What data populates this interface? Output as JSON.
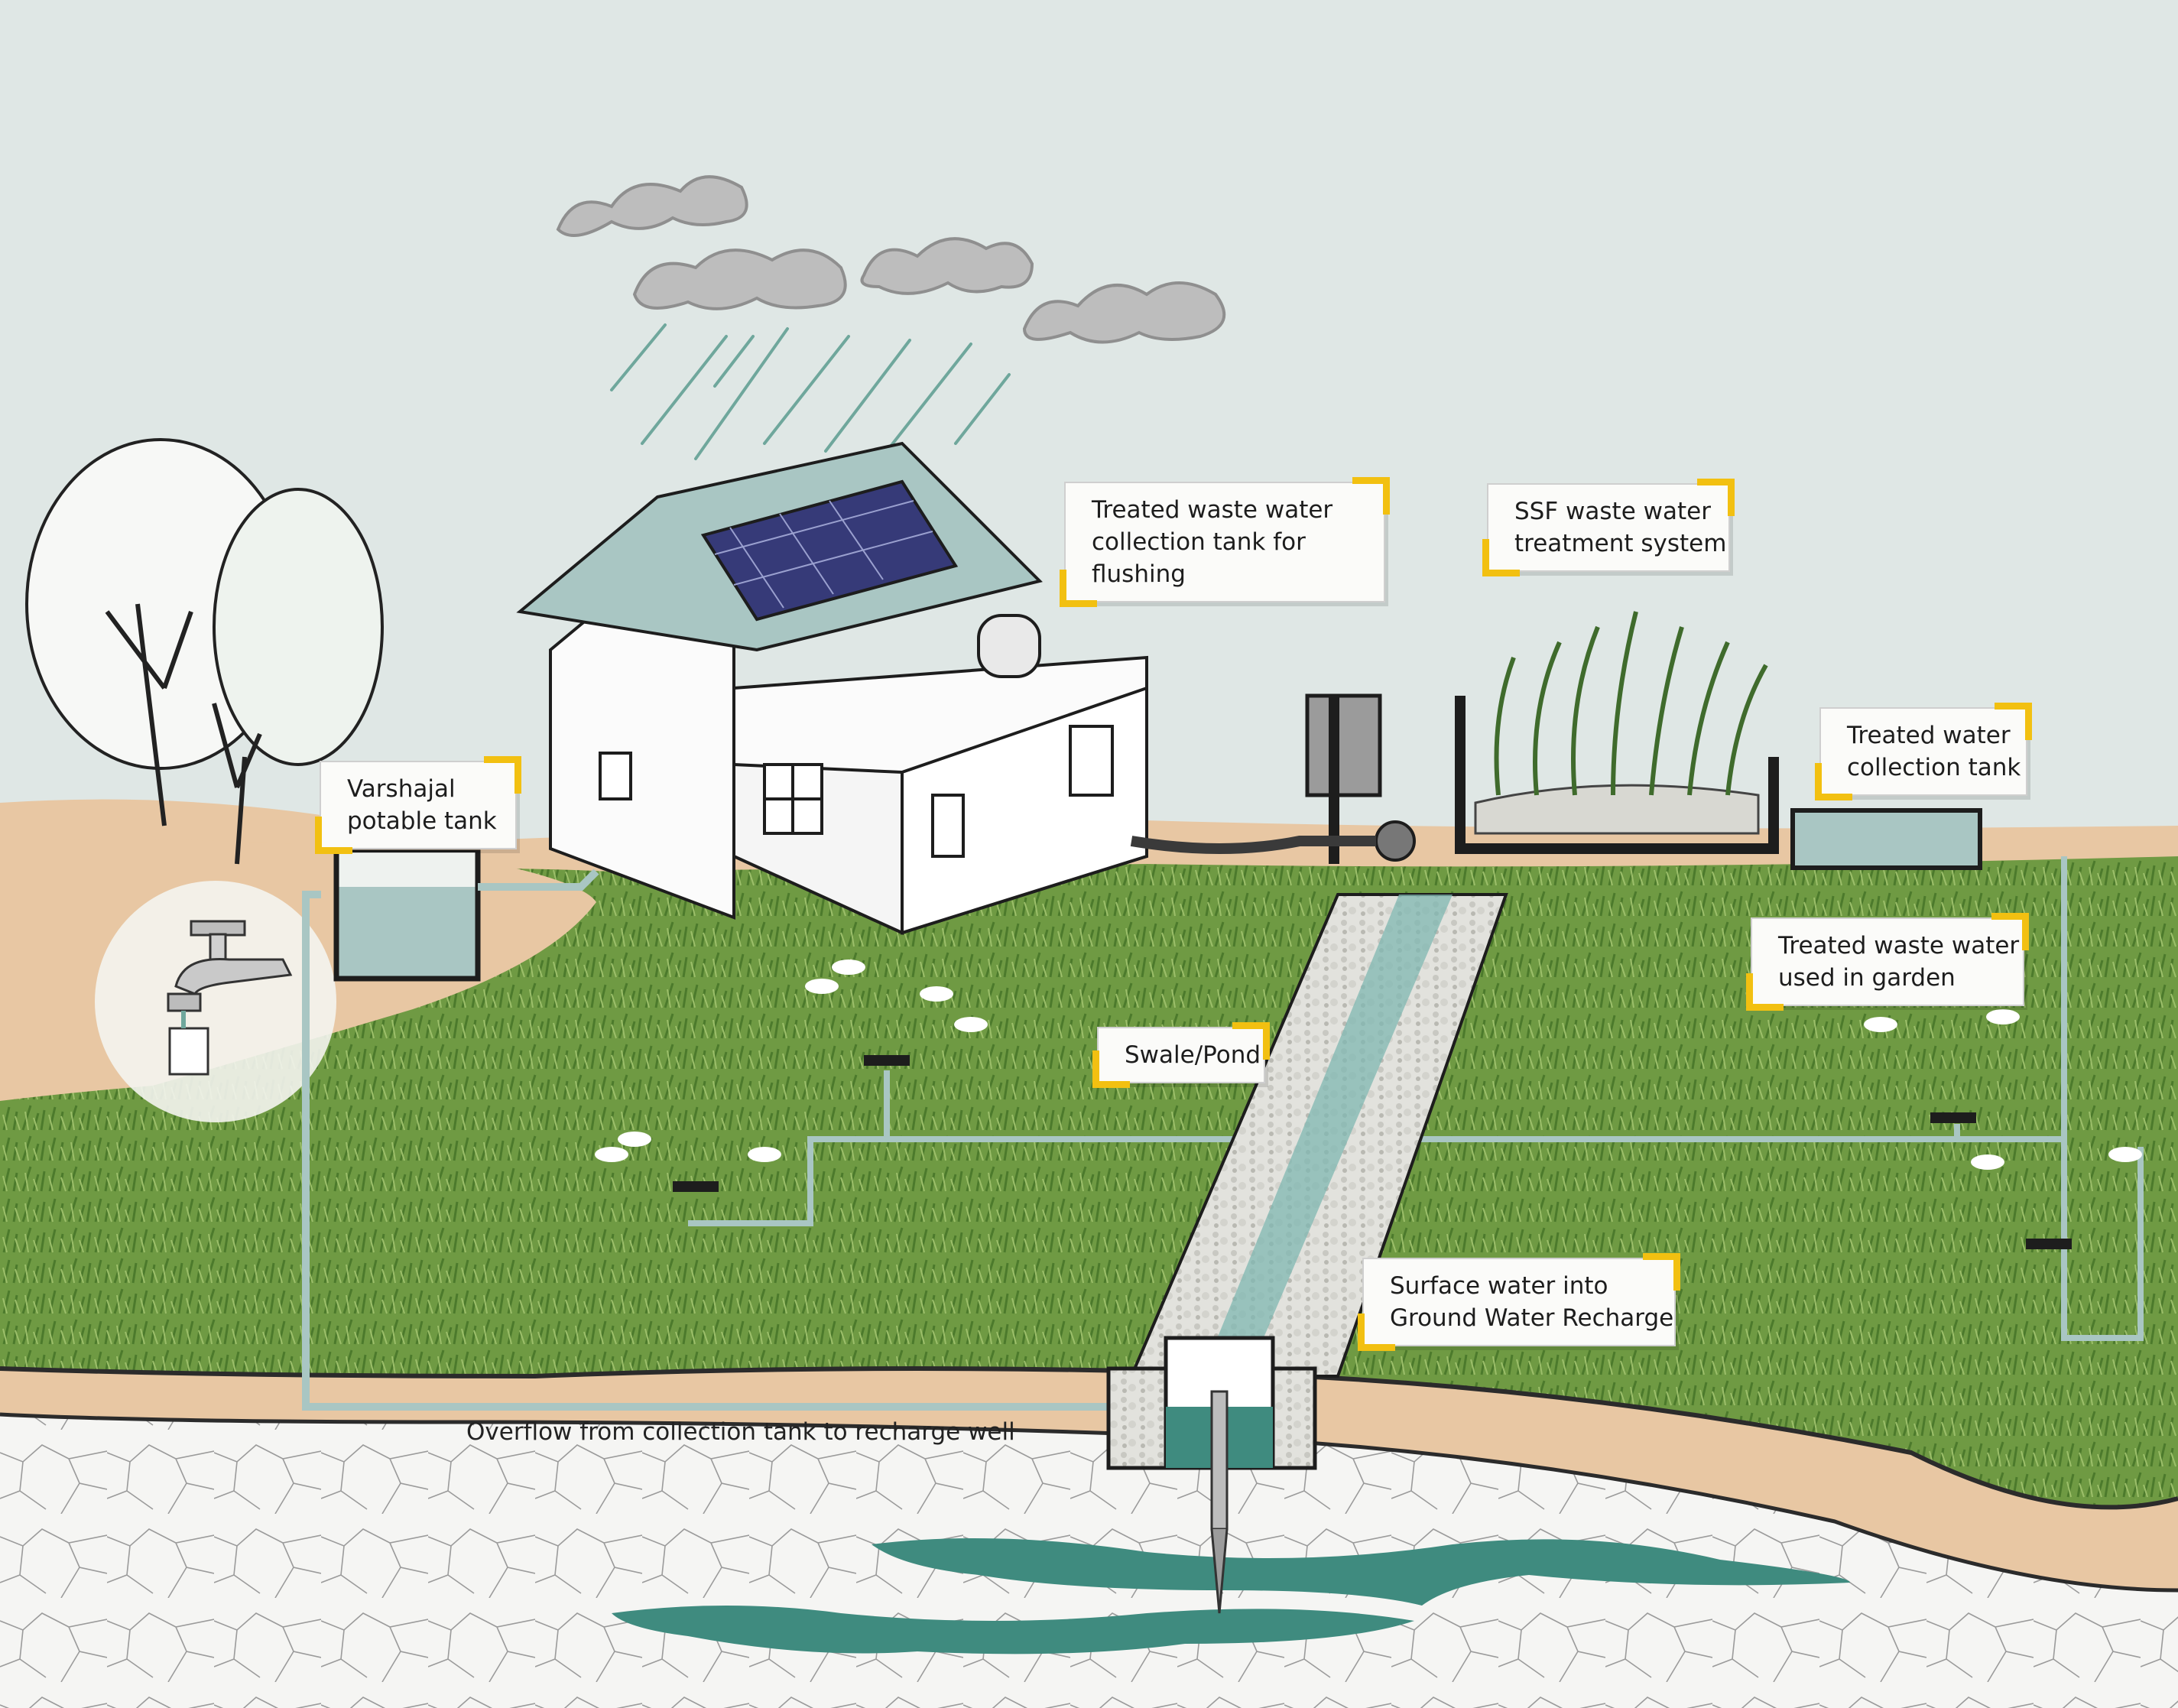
{
  "labels": {
    "varshajal": [
      "Varshajal",
      "potable tank"
    ],
    "treated_flush": [
      "Treated waste water",
      "collection tank for",
      "flushing"
    ],
    "ssf": [
      "SSF waste water",
      "treatment system"
    ],
    "treated_collection": [
      "Treated water",
      "collection tank"
    ],
    "treated_garden": [
      "Treated waste water",
      "used in garden"
    ],
    "swale": [
      "Swale/Pond"
    ],
    "recharge": [
      "Surface water into",
      "Ground Water Recharge"
    ],
    "overflow": "Overflow from collection tank to recharge well"
  },
  "colors": {
    "sky": "#dfe7e5",
    "soil": "#e8c7a3",
    "grass": "#6f9a43",
    "rock": "#f4f4f2",
    "water": "#3f8b7f",
    "pipe": "#a9c6c3",
    "accent": "#f2c011"
  }
}
